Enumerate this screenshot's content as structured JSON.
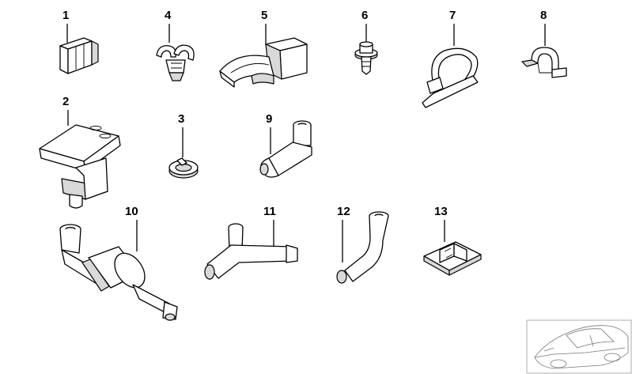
{
  "parts": [
    {
      "number": "1",
      "icon": "clip-icon"
    },
    {
      "number": "2",
      "icon": "washer-nozzle-icon"
    },
    {
      "number": "3",
      "icon": "clamp-ring-icon"
    },
    {
      "number": "4",
      "icon": "hose-holder-icon"
    },
    {
      "number": "5",
      "icon": "hose-clip-icon"
    },
    {
      "number": "6",
      "icon": "expanding-rivet-icon"
    },
    {
      "number": "7",
      "icon": "cable-tie-icon"
    },
    {
      "number": "8",
      "icon": "hose-clamp-icon"
    },
    {
      "number": "9",
      "icon": "elbow-connector-icon"
    },
    {
      "number": "10",
      "icon": "check-valve-icon"
    },
    {
      "number": "11",
      "icon": "y-piece-icon"
    },
    {
      "number": "12",
      "icon": "bent-connector-icon"
    },
    {
      "number": "13",
      "icon": "cable-holder-icon"
    }
  ],
  "thumbnail": {
    "icon": "car-thumbnail-icon"
  }
}
